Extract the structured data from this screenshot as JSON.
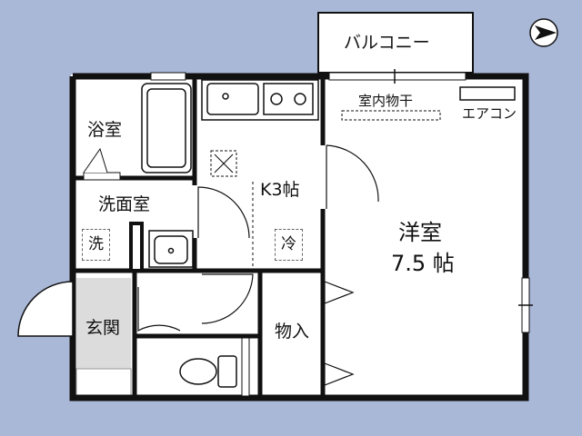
{
  "rooms": {
    "balcony": "バルコニー",
    "bath": "浴室",
    "kitchen": "K3帖",
    "washroom": "洗面室",
    "washer": "洗",
    "fridge": "冷",
    "western": "洋室",
    "western_size": "7.5 帖",
    "entrance": "玄関",
    "storage": "物入"
  },
  "annotations": {
    "indoor_drying": "室内物干",
    "aircon": "エアコン"
  },
  "icons": {
    "north": "north-arrow-icon"
  },
  "colors": {
    "background": "#aab8d8",
    "wall": "#111111",
    "floor": "#ffffff",
    "entrance_floor": "#dcdcdc"
  }
}
